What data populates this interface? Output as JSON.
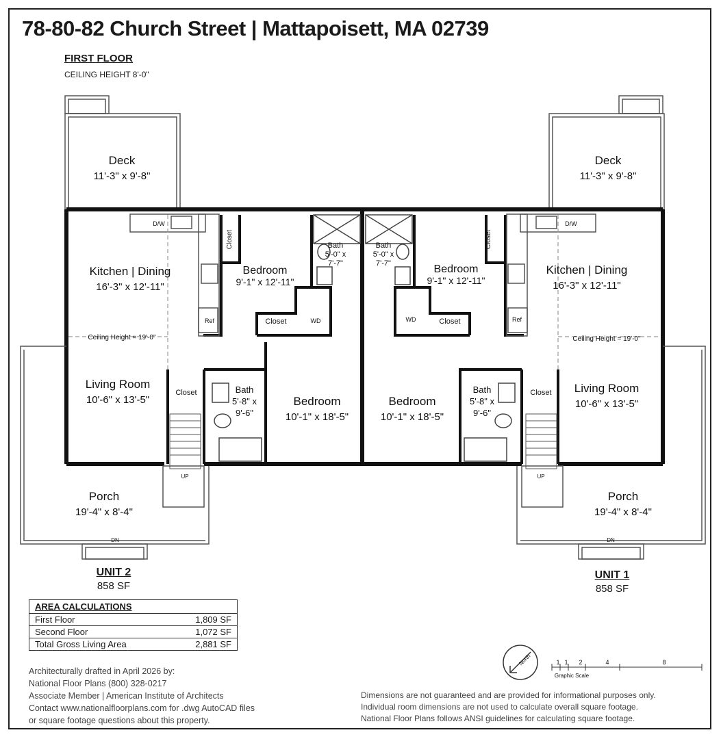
{
  "header": {
    "title": "78-80-82 Church Street | Mattapoisett, MA 02739",
    "floor": "FIRST FLOOR",
    "ceiling": "CEILING HEIGHT 8'-0\""
  },
  "rooms": {
    "deck_name": "Deck",
    "deck_dim": "11'-3\" x 9'-8\"",
    "kitchen_name": "Kitchen | Dining",
    "kitchen_dim": "16'-3\" x 12'-11\"",
    "living_name": "Living Room",
    "living_dim": "10'-6\" x 13'-5\"",
    "porch_name": "Porch",
    "porch_dim": "19'-4\" x 8'-4\"",
    "bed_small_name": "Bedroom",
    "bed_small_dim": "9'-1\" x 12'-11\"",
    "bed_large_name": "Bedroom",
    "bed_large_dim": "10'-1\" x 18'-5\"",
    "bath_small_name": "Bath",
    "bath_small_dim1": "5'-0\" x",
    "bath_small_dim2": "7'-7\"",
    "bath_small_dim1_left": "5'-0\" x",
    "bath_mid_name": "Bath",
    "bath_mid_dim1": "5'-8\" x",
    "bath_mid_dim2": "9'-6\"",
    "closet": "Closet",
    "wd": "WD",
    "ref": "Ref",
    "dw": "D/W",
    "ceiling_height": "Ceiling Height = 19'-0\"",
    "up": "UP",
    "dn": "DN"
  },
  "units": {
    "unit2": "UNIT 2",
    "unit2_sf": "858 SF",
    "unit1": "UNIT 1",
    "unit1_sf": "858 SF"
  },
  "area_calculations": {
    "header": "AREA CALCULATIONS",
    "rows": [
      {
        "label": "First Floor",
        "value": "1,809 SF"
      },
      {
        "label": "Second Floor",
        "value": "1,072 SF"
      },
      {
        "label": "Total Gross Living Area",
        "value": "2,881 SF"
      }
    ]
  },
  "credit": [
    "Architecturally drafted in April 2026 by:",
    "National Floor Plans  (800) 328-0217",
    "Associate Member | American Institute of Architects",
    "Contact www.nationalfloorplans.com for .dwg AutoCAD files",
    "or square footage questions about this property."
  ],
  "disclaimer": [
    "Dimensions are not guaranteed and are provided for informational purposes only.",
    "Individual room dimensions are not used to calculate overall square footage.",
    "National Floor Plans follows ANSI guidelines for calculating square footage."
  ],
  "scale": {
    "label": "Graphic Scale",
    "ticks": [
      "1",
      "1",
      "2",
      "4",
      "8"
    ],
    "north": "North"
  },
  "colors": {
    "wall": "#111111",
    "line": "#555555",
    "text": "#1a1a1a"
  }
}
